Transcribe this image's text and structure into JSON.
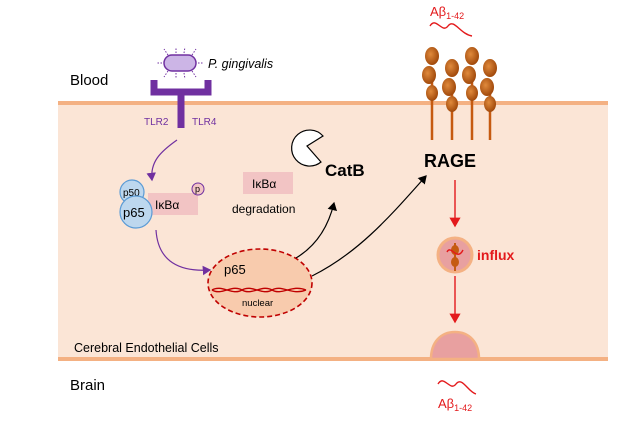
{
  "regions": {
    "blood": "Blood",
    "brain": "Brain",
    "cell": "Cerebral Endothelial Cells"
  },
  "pathogen": {
    "name": "P. gingivalis"
  },
  "receptors": {
    "tlr2": "TLR2",
    "tlr4": "TLR4",
    "rage": "RAGE"
  },
  "complex": {
    "p50": "p50",
    "p65": "p65",
    "ikba": "IκBα",
    "phospho": "p"
  },
  "degradation": {
    "ikba": "IκBα",
    "label": "degradation",
    "enzyme": "CatB"
  },
  "nucleus": {
    "p65": "p65",
    "label": "nuclear"
  },
  "abeta": {
    "top": "Aβ1-42",
    "bottom": "Aβ1-42",
    "base": "Aβ",
    "sub": "1-42"
  },
  "influx": "influx",
  "colors": {
    "cell_fill": "#fbe5d6",
    "membrane": "#f4b183",
    "purple": "#7030a0",
    "red": "#e31a1c",
    "rage": "#c55a11",
    "ikba_box": "#f2c4c4",
    "p_circle": "#bdd7ee"
  }
}
